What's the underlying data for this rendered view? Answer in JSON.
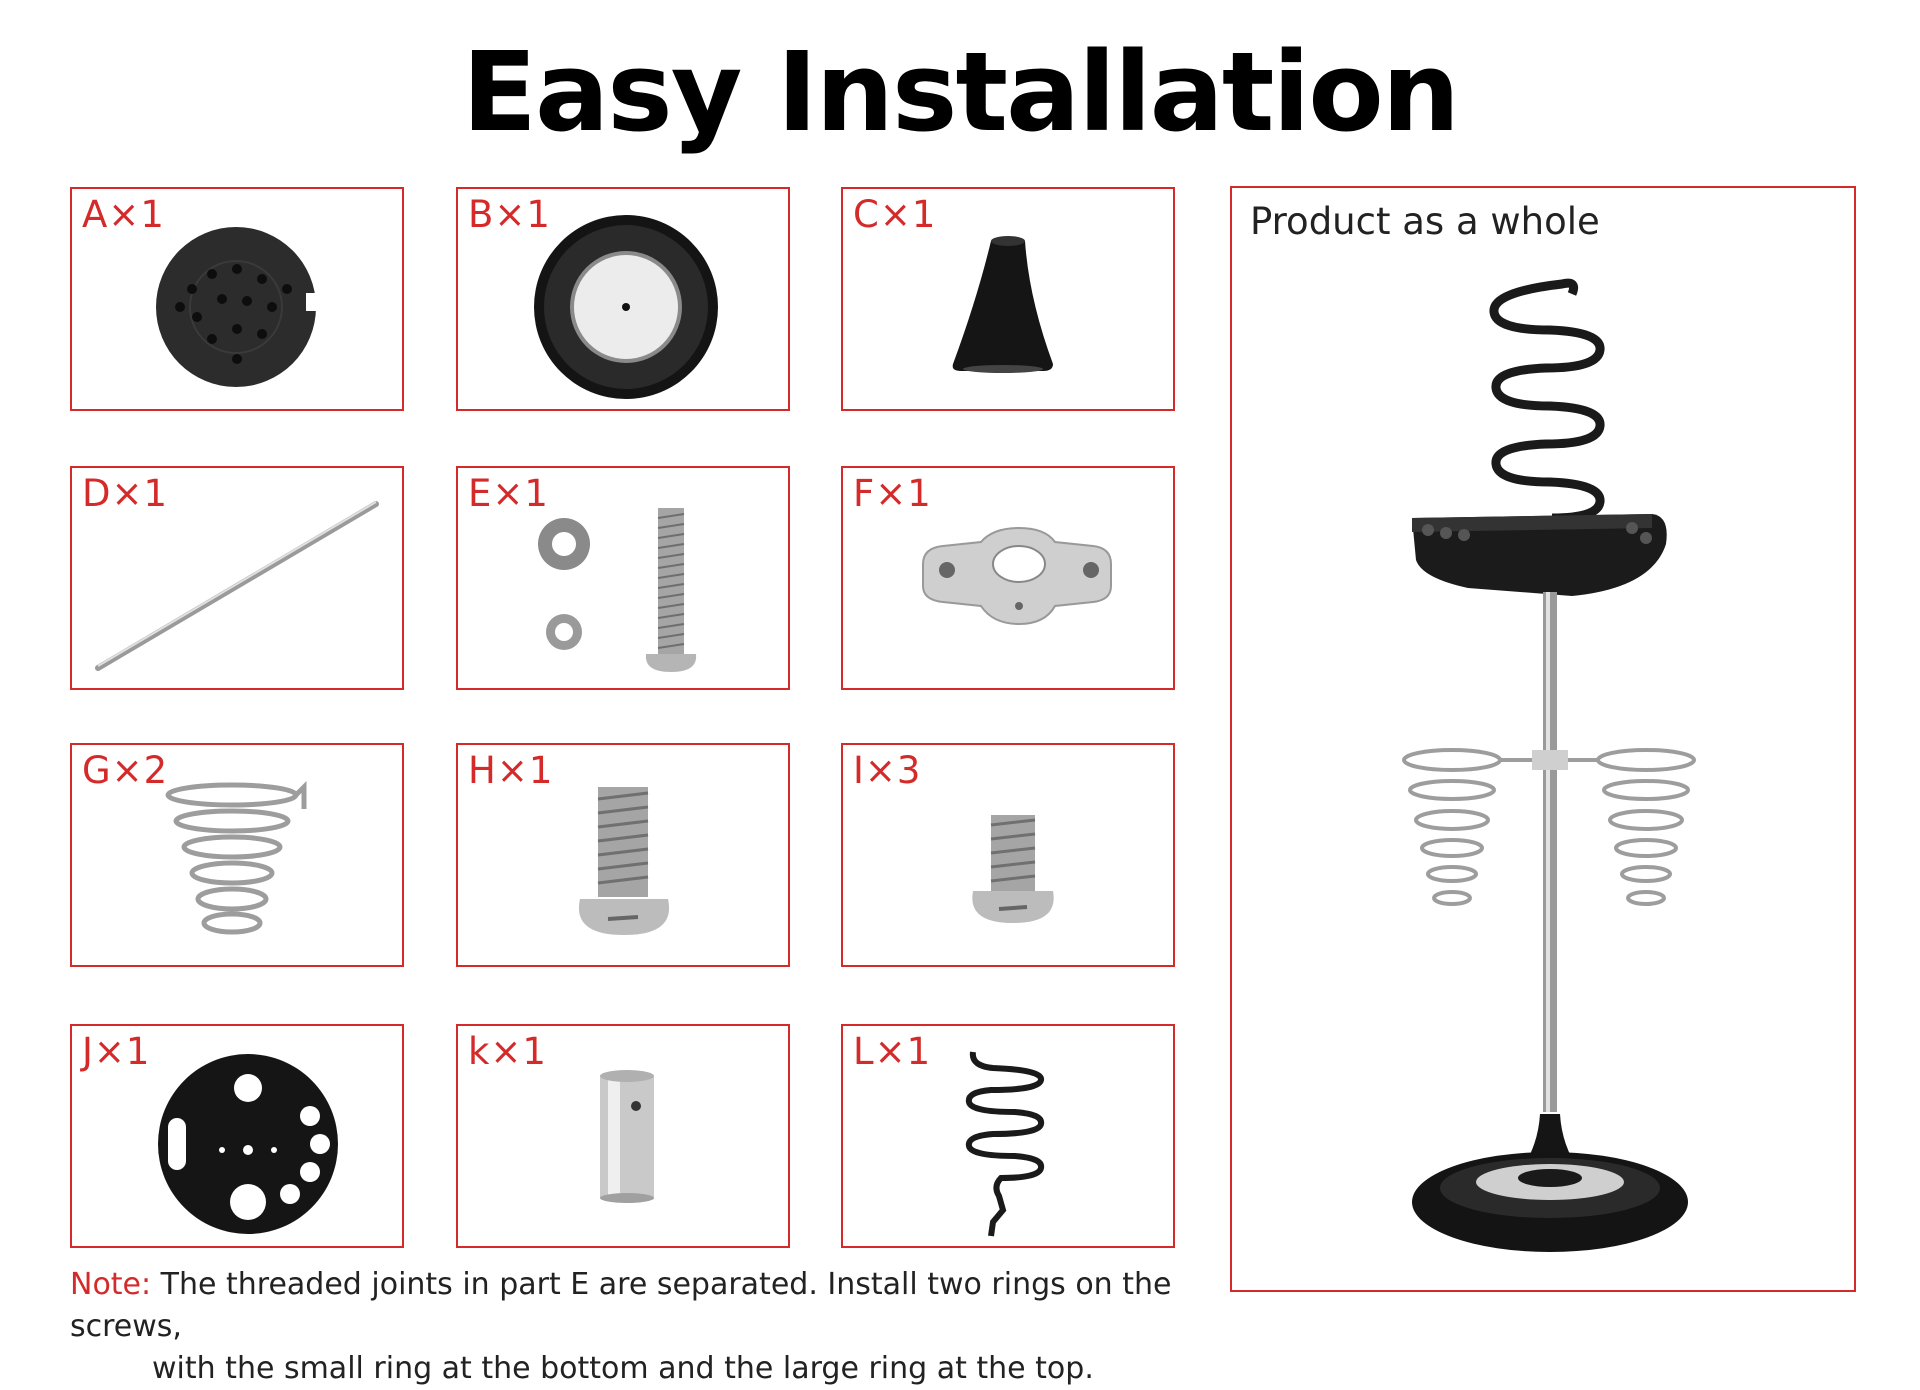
{
  "title": "Easy Installation",
  "accent_color": "#d42a2a",
  "parts": [
    {
      "label": "A×1",
      "icon": "rubber-base-pad-icon"
    },
    {
      "label": "B×1",
      "icon": "round-base-icon"
    },
    {
      "label": "C×1",
      "icon": "cone-connector-icon"
    },
    {
      "label": "D×1",
      "icon": "metal-rod-icon"
    },
    {
      "label": "E×1",
      "icon": "screw-and-washers-icon"
    },
    {
      "label": "F×1",
      "icon": "clamp-bracket-icon"
    },
    {
      "label": "G×2",
      "icon": "spiral-holder-icon"
    },
    {
      "label": "H×1",
      "icon": "large-screw-icon"
    },
    {
      "label": "I×3",
      "icon": "small-screw-icon"
    },
    {
      "label": "J×1",
      "icon": "tray-plate-icon"
    },
    {
      "label": "k×1",
      "icon": "sleeve-connector-icon"
    },
    {
      "label": "L×1",
      "icon": "black-spiral-holder-icon"
    }
  ],
  "whole": {
    "label": "Product as a whole",
    "icon": "assembled-stand-icon"
  },
  "note": {
    "prefix": "Note:",
    "line1": "The threaded joints in part E are separated. Install two rings on the screws,",
    "line2": "with the small ring at the bottom and the large ring at the top."
  }
}
